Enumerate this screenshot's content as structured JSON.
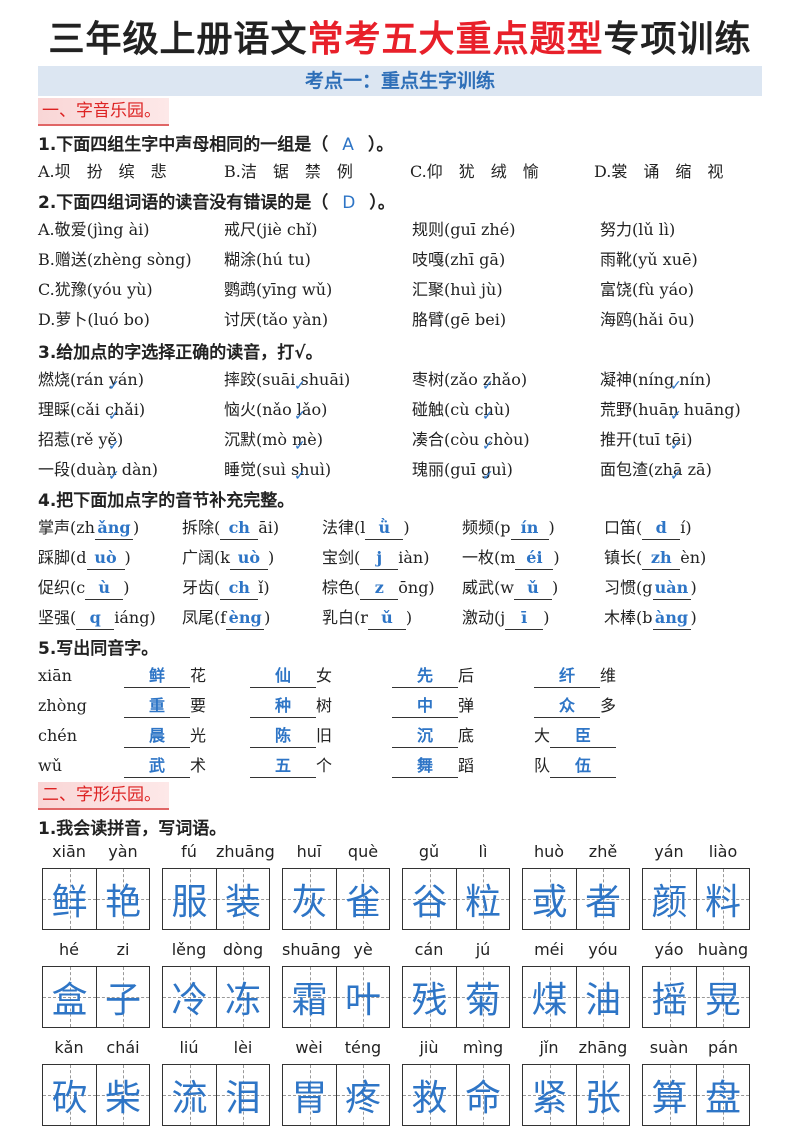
{
  "title": {
    "part1": "三年级上册语文",
    "part2": "常考五大重点题型",
    "part3": "专项训练"
  },
  "banner": "考点一：重点生字训练",
  "sec1": "一、字音乐园。",
  "q1": {
    "text": "1.下面四组生字中声母相同的一组是（",
    "answer": "A",
    "end": "）。",
    "options": [
      "A.坝　扮　缤　悲",
      "B.洁　锯　禁　例",
      "C.仰　犹　绒　愉",
      "D.裳　诵　缩　视"
    ]
  },
  "q2": {
    "text": "2.下面四组词语的读音没有错误的是（",
    "answer": "D",
    "end": "）。",
    "rows": [
      [
        "A.敬爱(jìng ài)",
        "戒尺(jiè chǐ)",
        "规则(guī zhé)",
        "努力(lǔ lì)"
      ],
      [
        "B.赠送(zhèng sòng)",
        "糊涂(hú tu)",
        "吱嘎(zhī gā)",
        "雨靴(yǔ xuē)"
      ],
      [
        "C.犹豫(yóu yù)",
        "鹦鹉(yīng wǔ)",
        "汇聚(huì jù)",
        "富饶(fù yáo)"
      ],
      [
        "D.萝卜(luó bo)",
        "讨厌(tǎo yàn)",
        "胳臂(gē bei)",
        "海鸥(hǎi ōu)"
      ]
    ]
  },
  "q3": {
    "text": "3.给加点的字选择正确的读音，打√。",
    "rows": [
      [
        "燃烧(rán yán)",
        "摔跤(suāi shuāi)",
        "枣树(zǎo zhǎo)",
        "凝神(níng nín)"
      ],
      [
        "理睬(cǎi chǎi)",
        "恼火(nǎo lǎo)",
        "碰触(cù chù)",
        "荒野(huān huāng)"
      ],
      [
        "招惹(rě yě)",
        "沉默(mò mè)",
        "凑合(còu chòu)",
        "推开(tuī tēi)"
      ],
      [
        "一段(duàn dàn)",
        "睡觉(suì shuì)",
        "瑰丽(guī guì)",
        "面包渣(zhā zā)"
      ]
    ]
  },
  "q4": {
    "text": "4.把下面加点字的音节补充完整。",
    "rows": [
      [
        [
          "掌声(zh",
          "ǎng",
          ")"
        ],
        [
          "拆除(",
          "ch",
          "āi)"
        ],
        [
          "法律(l",
          "ǜ",
          ")"
        ],
        [
          "频频(p",
          "ín",
          ")"
        ],
        [
          "口笛(",
          "d",
          "í)"
        ]
      ],
      [
        [
          "踩脚(d",
          "uò",
          ")"
        ],
        [
          "广阔(k",
          "uò",
          ")"
        ],
        [
          "宝剑(",
          "j",
          "iàn)"
        ],
        [
          "一枚(m",
          "éi",
          ")"
        ],
        [
          "镇长(",
          "zh",
          "èn)"
        ]
      ],
      [
        [
          "促织(c",
          "ù",
          ")"
        ],
        [
          "牙齿(",
          "ch",
          "ǐ)"
        ],
        [
          "棕色(",
          "z",
          "ōng)"
        ],
        [
          "威武(w",
          "ǔ",
          ")"
        ],
        [
          "习惯(g",
          "uàn",
          ")"
        ]
      ],
      [
        [
          "坚强(",
          "q",
          "iáng)"
        ],
        [
          "凤尾(f",
          "èng",
          ")"
        ],
        [
          "乳白(r",
          "ǔ",
          ")"
        ],
        [
          "激动(j",
          "ī",
          ")"
        ],
        [
          "木棒(b",
          "àng",
          ")"
        ]
      ]
    ]
  },
  "q5": {
    "text": "5.写出同音字。",
    "rows": [
      {
        "key": "xiān",
        "items": [
          [
            "",
            "鲜",
            "花"
          ],
          [
            "",
            "仙",
            "女"
          ],
          [
            "",
            "先",
            "后"
          ],
          [
            "",
            "纤",
            "维"
          ]
        ]
      },
      {
        "key": "zhòng",
        "items": [
          [
            "",
            "重",
            "要"
          ],
          [
            "",
            "种",
            "树"
          ],
          [
            "",
            "中",
            "弹"
          ],
          [
            "",
            "众",
            "多"
          ]
        ]
      },
      {
        "key": "chén",
        "items": [
          [
            "",
            "晨",
            "光"
          ],
          [
            "",
            "陈",
            "旧"
          ],
          [
            "",
            "沉",
            "底"
          ],
          [
            "大",
            "臣",
            ""
          ]
        ]
      },
      {
        "key": "wǔ",
        "items": [
          [
            "",
            "武",
            "术"
          ],
          [
            "",
            "五",
            "个"
          ],
          [
            "",
            "舞",
            "蹈"
          ],
          [
            "队",
            "伍",
            ""
          ]
        ]
      }
    ]
  },
  "sec2": "二、字形乐园。",
  "q6": {
    "text": "1.我会读拼音，写词语。",
    "words": [
      [
        [
          "xiān",
          "yàn",
          "鲜",
          "艳"
        ],
        [
          "fú",
          "zhuāng",
          "服",
          "装"
        ],
        [
          "huī",
          "què",
          "灰",
          "雀"
        ],
        [
          "gǔ",
          "lì",
          "谷",
          "粒"
        ],
        [
          "huò",
          "zhě",
          "或",
          "者"
        ],
        [
          "yán",
          "liào",
          "颜",
          "料"
        ]
      ],
      [
        [
          "hé",
          "zi",
          "盒",
          "子"
        ],
        [
          "lěng",
          "dòng",
          "冷",
          "冻"
        ],
        [
          "shuāng",
          "yè",
          "霜",
          "叶"
        ],
        [
          "cán",
          "jú",
          "残",
          "菊"
        ],
        [
          "méi",
          "yóu",
          "煤",
          "油"
        ],
        [
          "yáo",
          "huàng",
          "摇",
          "晃"
        ]
      ],
      [
        [
          "kǎn",
          "chái",
          "砍",
          "柴"
        ],
        [
          "liú",
          "lèi",
          "流",
          "泪"
        ],
        [
          "wèi",
          "téng",
          "胃",
          "疼"
        ],
        [
          "jiù",
          "mìng",
          "救",
          "命"
        ],
        [
          "jǐn",
          "zhāng",
          "紧",
          "张"
        ],
        [
          "suàn",
          "pán",
          "算",
          "盘"
        ]
      ]
    ]
  }
}
